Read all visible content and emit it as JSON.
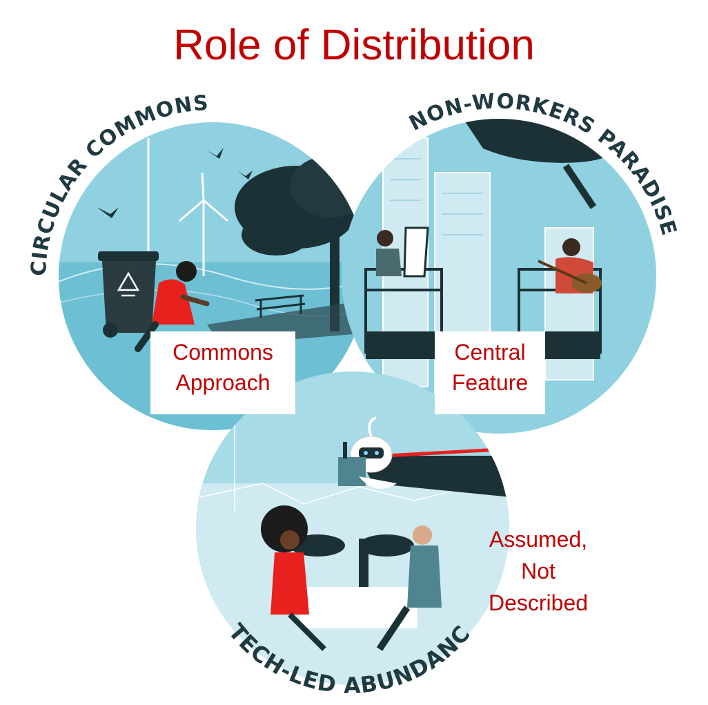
{
  "title": "Role of Distribution",
  "circles": [
    {
      "id": "circular-commons",
      "name": "CIRCULAR COMMONS",
      "label_lines": [
        "Commons",
        "Approach"
      ]
    },
    {
      "id": "non-workers-paradise",
      "name": "NON-WORKERS PARADISE",
      "label_lines": [
        "Central",
        "Feature"
      ]
    },
    {
      "id": "tech-led-abundance",
      "name": "TECH-LED ABUNDANCE",
      "label_lines": [
        "Assumed,",
        "Not",
        "Described"
      ]
    }
  ],
  "colors": {
    "title": "#c00000",
    "circle_fill": "#7fcbdc",
    "ring_text": "#1f3a40",
    "accent_red": "#e8211e",
    "dark": "#1c3136"
  }
}
